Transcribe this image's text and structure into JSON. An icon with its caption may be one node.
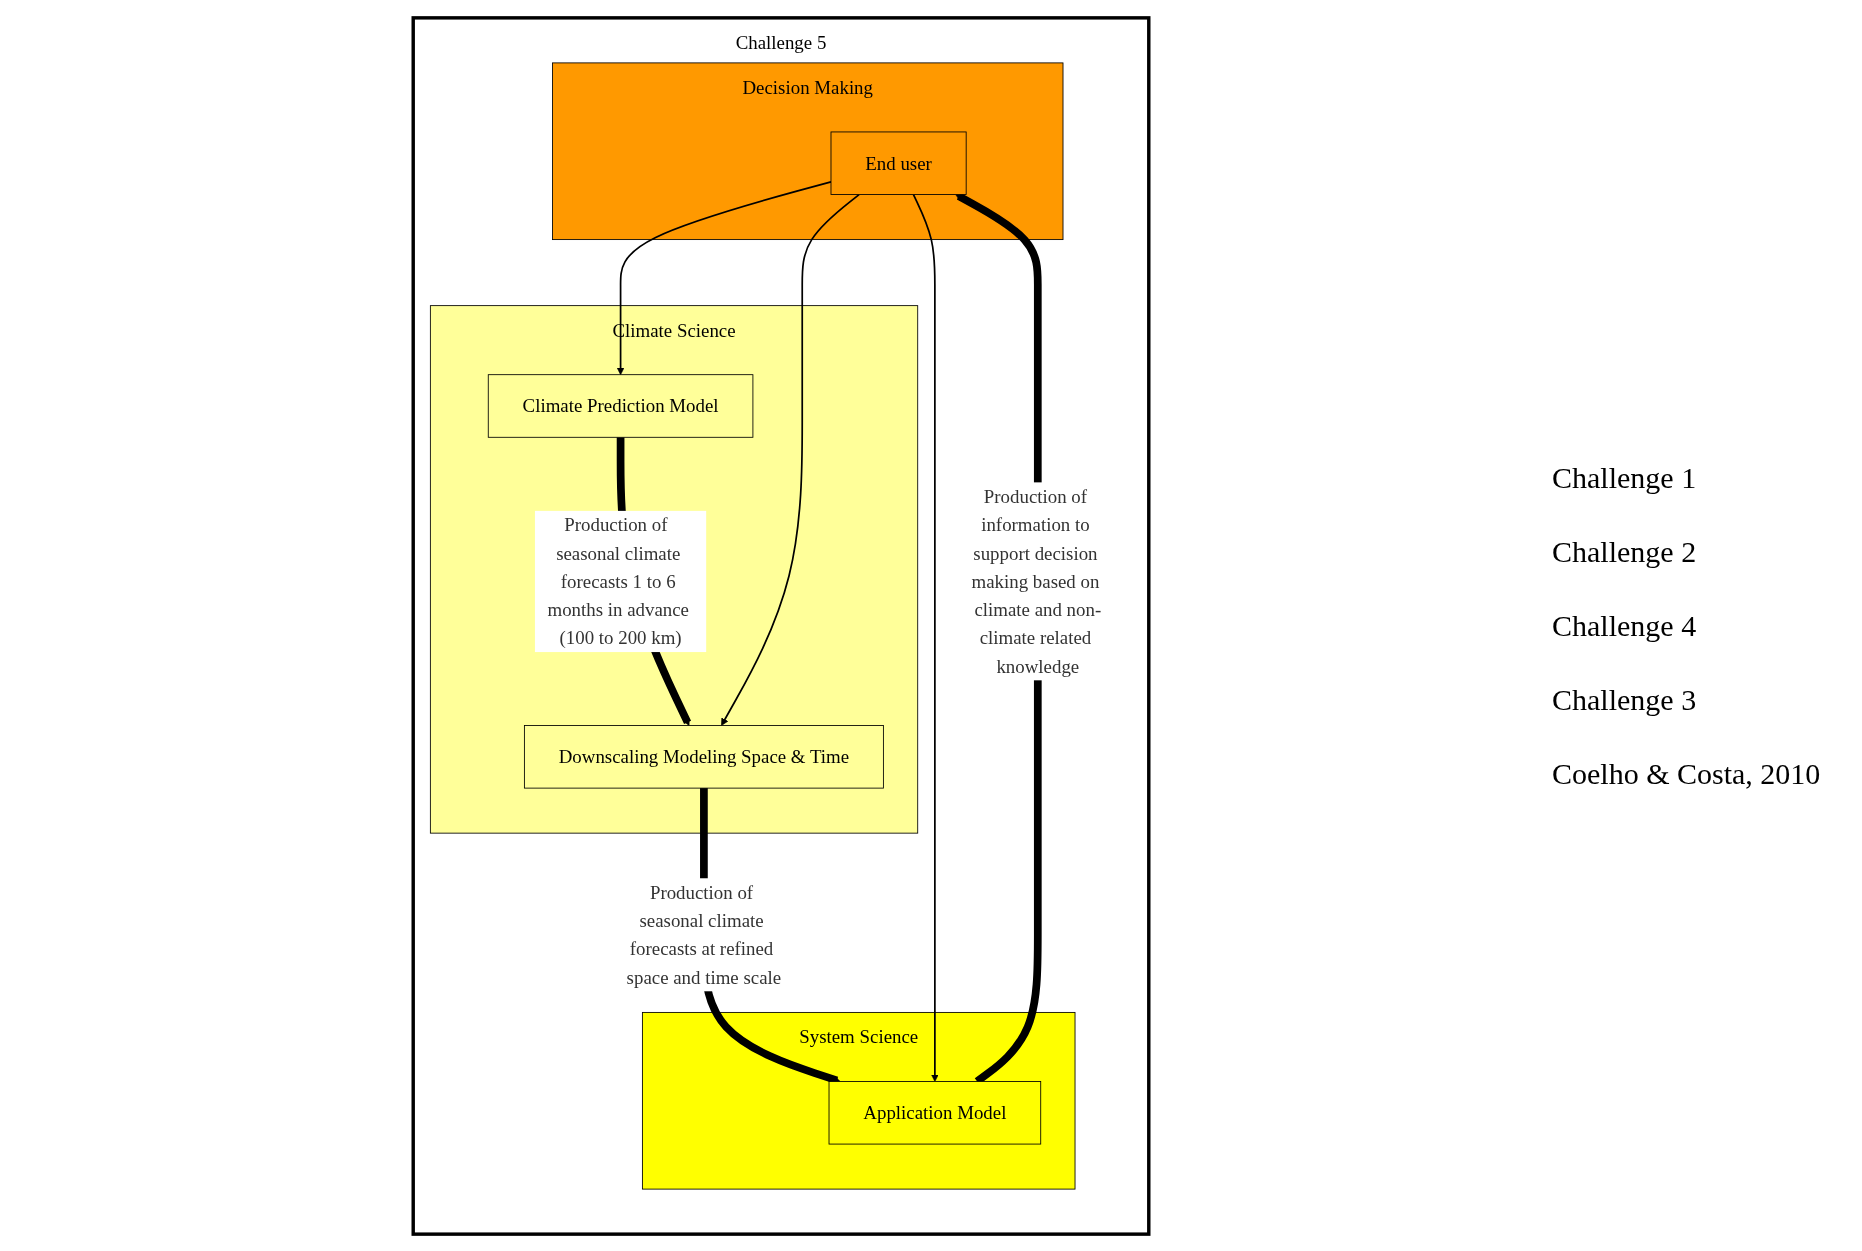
{
  "diagram": {
    "nodes": [
      {
        "text": [
          "Challenge 5"
        ]
      },
      {
        "text": [
          "Climate Science"
        ],
        "in": 0
      },
      {
        "text": [
          "Climate Prediction Model"
        ],
        "in": 1
      },
      {
        "text": [
          "Downscaling Modeling Space & Time"
        ],
        "in": 1
      },
      {
        "text": [
          "System Science"
        ],
        "in": 0
      },
      {
        "text": [
          "Application Model"
        ],
        "in": 4
      },
      {
        "text": [
          "Decision Making"
        ],
        "in": 0
      },
      {
        "text": [
          "End user"
        ],
        "in": 6
      }
    ],
    "edges": [
      {
        "from": 2,
        "to": 3,
        "arrow": "to",
        "style": "thick",
        "label": "Production of  seasonal climate forecasts 1 to 6 months in advance (100 to 200 km)"
      },
      {
        "from": 3,
        "to": 5,
        "arrow": "to",
        "style": "thick",
        "label": "Production of seasonal climate forecasts at refined space and time scale"
      },
      {
        "from": 5,
        "to": 7,
        "arrow": "to",
        "style": "thick",
        "label": "Production of information to support decision making based on climate and non-climate related knowledge"
      },
      {
        "from": 7,
        "to": 2,
        "arrow": "to"
      },
      {
        "from": 7,
        "to": 3,
        "arrow": "to"
      },
      {
        "from": 7,
        "to": 5,
        "arrow": "to"
      }
    ],
    "labels": [
      "Challenge 1",
      "Challenge 2",
      "Challenge 4",
      "Challenge 3",
      "Coelho & Costa, 2010"
    ]
  }
}
